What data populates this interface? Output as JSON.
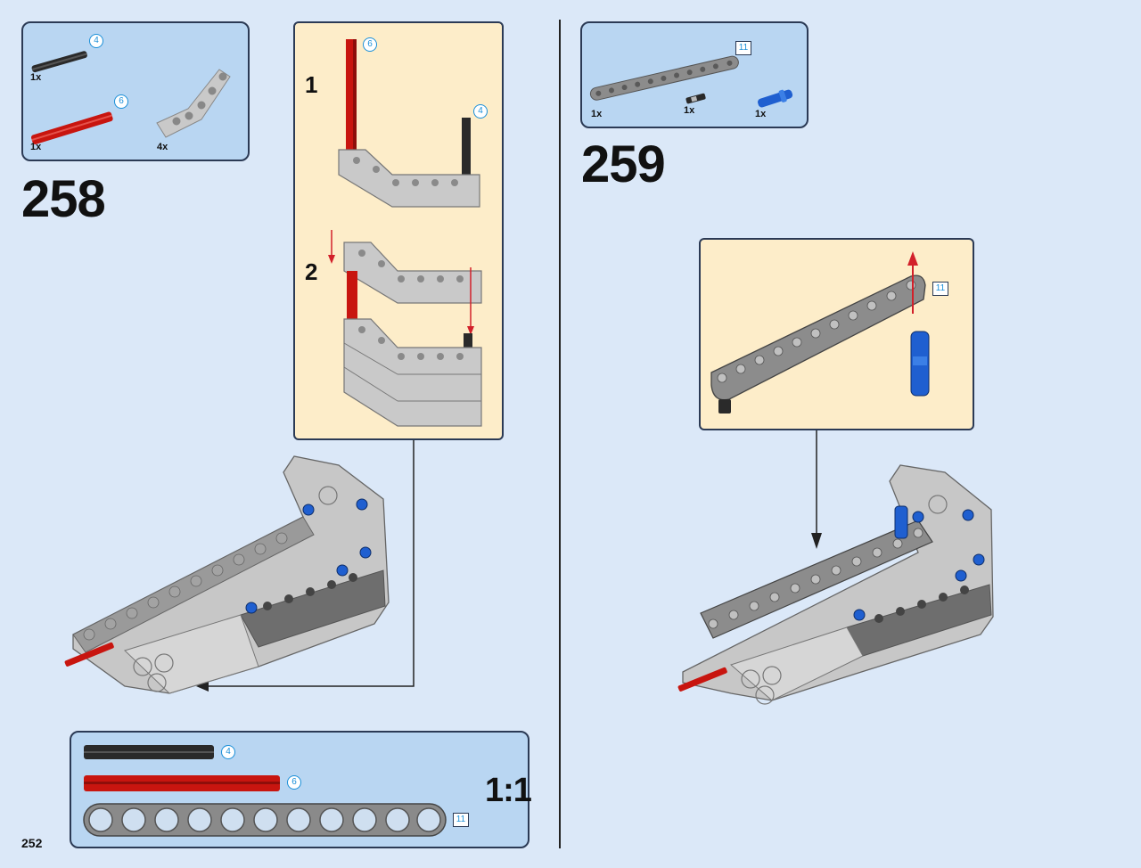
{
  "page": {
    "number": "252"
  },
  "steps": [
    {
      "number": "258",
      "parts": [
        {
          "qty": "1x",
          "name": "black-axle",
          "length": "4",
          "color": "#222222"
        },
        {
          "qty": "1x",
          "name": "red-axle",
          "length": "6",
          "color": "#c8150f"
        },
        {
          "qty": "4x",
          "name": "grey-angled-beam",
          "color": "#b8b8b8"
        }
      ],
      "substeps": [
        {
          "label": "1",
          "callouts": [
            "6",
            "4"
          ]
        },
        {
          "label": "2"
        }
      ]
    },
    {
      "number": "259",
      "parts": [
        {
          "qty": "1x",
          "name": "grey-beam",
          "length": "11",
          "color": "#8a8a8a"
        },
        {
          "qty": "1x",
          "name": "black-pin",
          "color": "#222222"
        },
        {
          "qty": "1x",
          "name": "blue-axle-pin",
          "color": "#1f5fd0"
        }
      ],
      "callout_length": "11"
    }
  ],
  "scale_ruler": {
    "label": "1:1",
    "items": [
      {
        "name": "black-axle",
        "length": "4"
      },
      {
        "name": "red-axle",
        "length": "6"
      },
      {
        "name": "beam",
        "length": "11"
      }
    ]
  },
  "colors": {
    "background": "#dbe8f8",
    "panel_blue": "#b9d6f2",
    "panel_cream": "#fdedc9",
    "arrow_red": "#d2202a",
    "technic_blue": "#1f5fd0"
  }
}
